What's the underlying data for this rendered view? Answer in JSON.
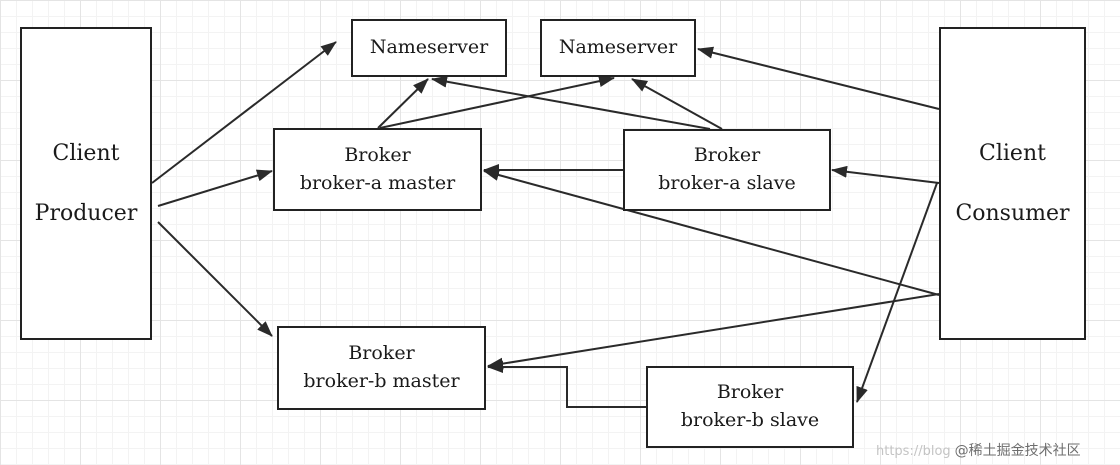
{
  "nameservers": [
    {
      "label": "Nameserver"
    },
    {
      "label": "Nameserver"
    }
  ],
  "producer": {
    "line1": "Client",
    "line2": "Producer"
  },
  "consumer": {
    "line1": "Client",
    "line2": "Consumer"
  },
  "brokers": {
    "a_master": {
      "line1": "Broker",
      "line2": "broker-a master"
    },
    "a_slave": {
      "line1": "Broker",
      "line2": "broker-a slave"
    },
    "b_master": {
      "line1": "Broker",
      "line2": "broker-b master"
    },
    "b_slave": {
      "line1": "Broker",
      "line2": "broker-b slave"
    }
  },
  "watermark": {
    "url": "https://blog",
    "brand": "@稀土掘金技术社区"
  },
  "colors": {
    "line": "#2a2a2a",
    "border": "#222222",
    "grid": "#e4e4e4"
  }
}
